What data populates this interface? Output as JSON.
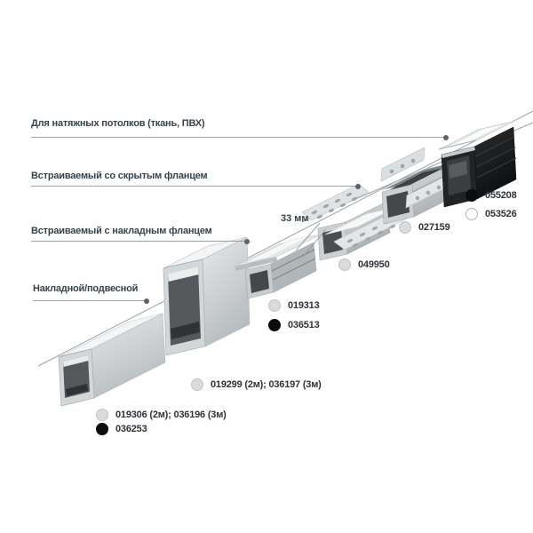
{
  "diagram": {
    "title_area": "LED profile mounting types diagram",
    "categories": [
      {
        "label": "Для натяжных потолков (ткань, ПВХ)"
      },
      {
        "label": "Встраиваемый со скрытым фланцем"
      },
      {
        "label": "Встраиваемый с накладным фланцем"
      },
      {
        "label": "Накладной/подвесной"
      }
    ],
    "dimension_label": "33 мм",
    "products": [
      {
        "code": "055208",
        "variant": "black"
      },
      {
        "code": "053526",
        "variant": "white"
      },
      {
        "code": "027159",
        "variant": "silver"
      },
      {
        "code": "049950",
        "variant": "silver"
      },
      {
        "code": "019313",
        "variant": "silver"
      },
      {
        "code": "036513",
        "variant": "black"
      },
      {
        "code": "019299 (2м); 036197 (3м)",
        "variant": "silver"
      },
      {
        "code": "019306 (2м); 036196 (3м)",
        "variant": "silver"
      },
      {
        "code": "036253",
        "variant": "black"
      }
    ],
    "colors": {
      "text": "#39424a",
      "leader_line": "#9aa1a5",
      "dot_black": "#0b0c0d",
      "dot_silver": "#d9dbdc",
      "dot_white": "#ffffff"
    }
  }
}
